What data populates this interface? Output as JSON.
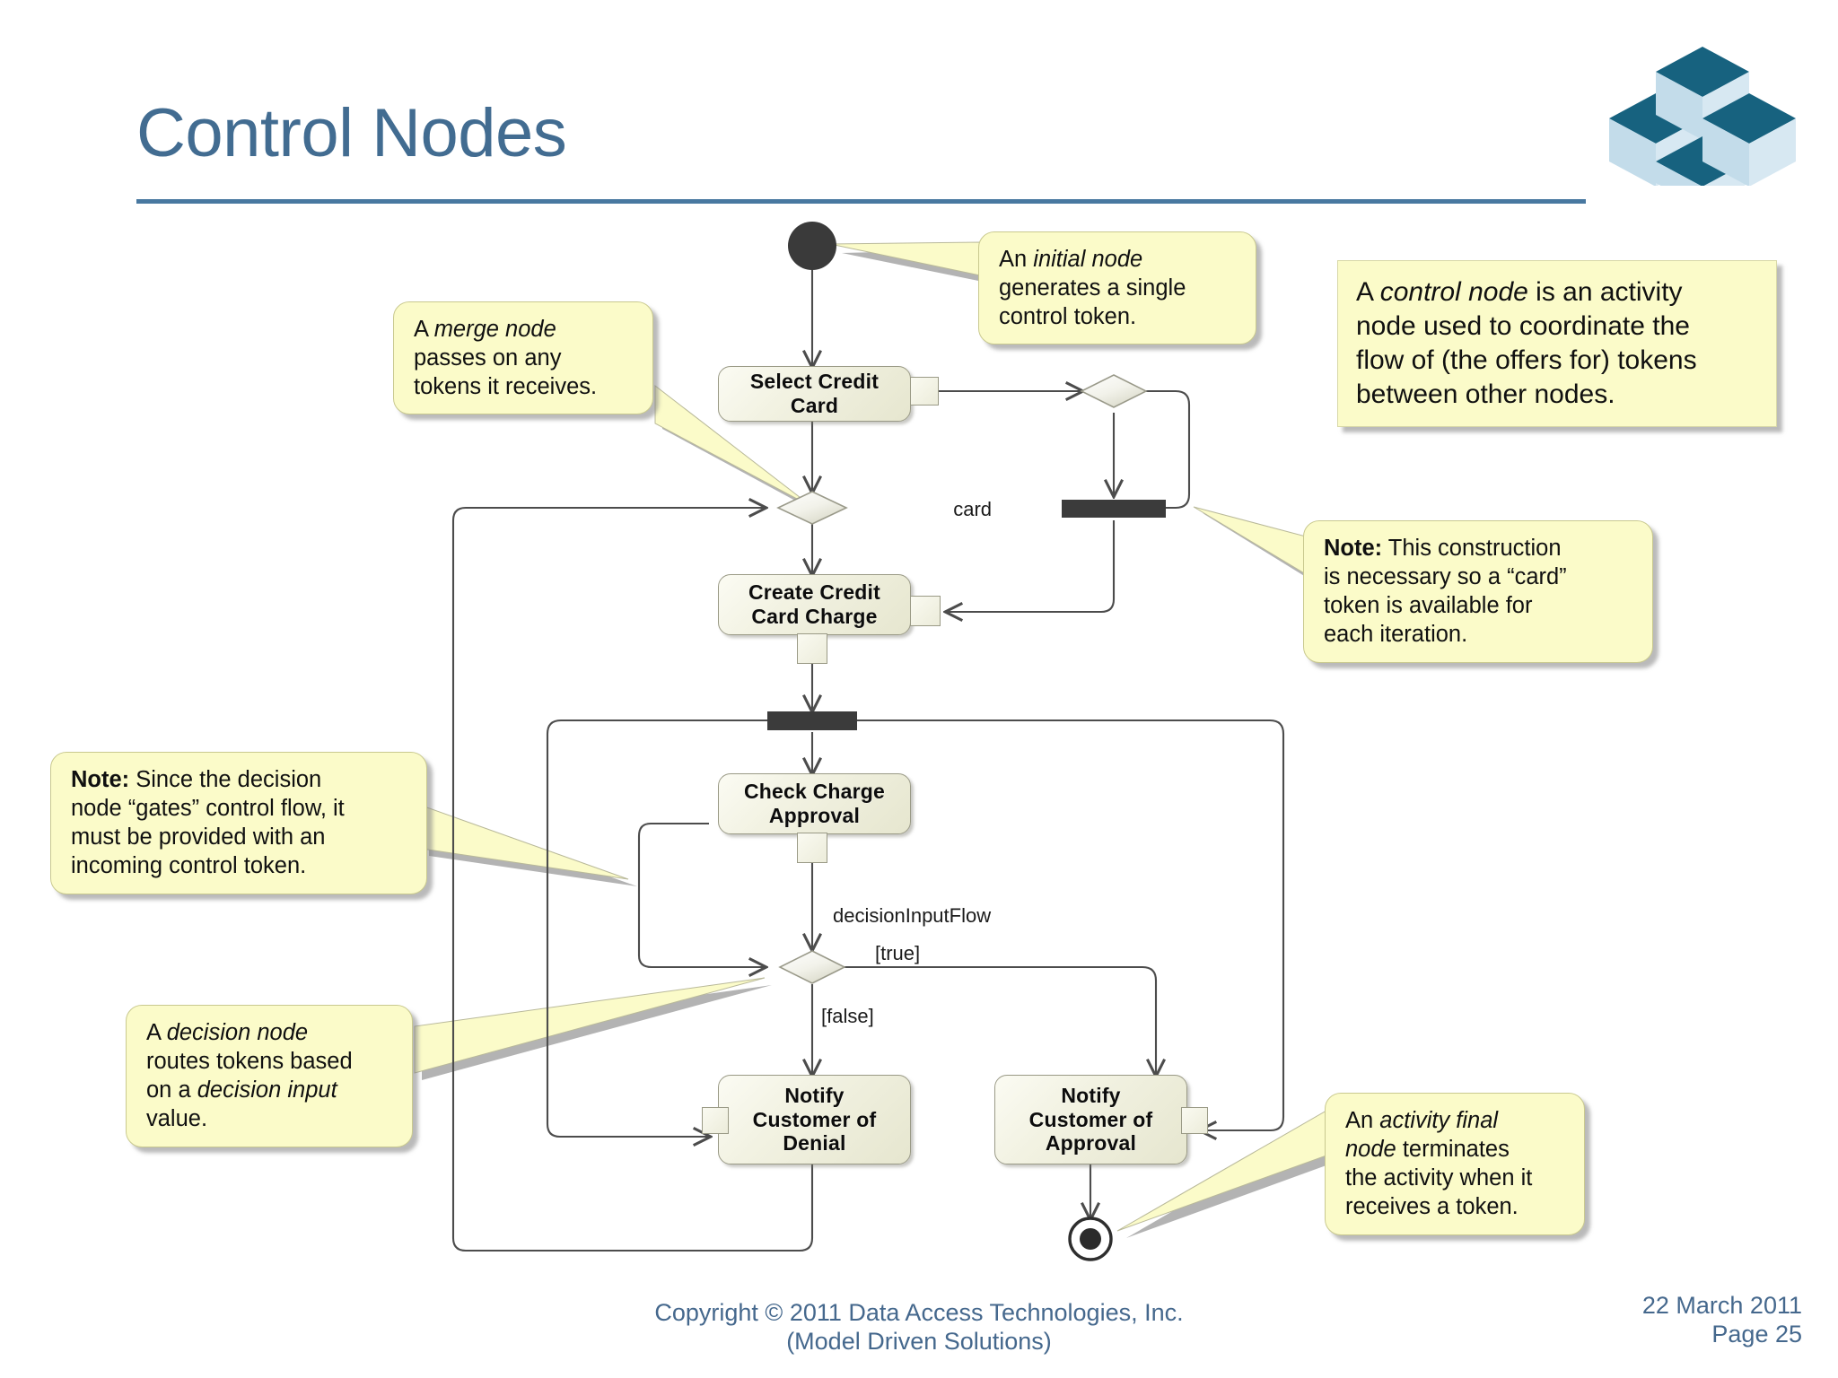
{
  "slide": {
    "title": "Control Nodes",
    "accent_color": "#426c91",
    "note_bg": "#fbfbc9",
    "node_fill": "#eeeede"
  },
  "logo": {
    "name": "data-access-technologies-logo",
    "dark": "#17627f",
    "light": "#b8d4e6"
  },
  "diagram": {
    "actions": [
      {
        "id": "select-credit-card",
        "label": "Select Credit\nCard"
      },
      {
        "id": "create-credit-card-charge",
        "label": "Create Credit\nCard Charge"
      },
      {
        "id": "check-charge-approval",
        "label": "Check Charge\nApproval"
      },
      {
        "id": "notify-customer-of-denial",
        "label": "Notify\nCustomer of\nDenial"
      },
      {
        "id": "notify-customer-of-approval",
        "label": "Notify\nCustomer of\nApproval"
      }
    ],
    "edge_labels": {
      "card": "card",
      "decision_input_flow": "decisionInputFlow",
      "guard_true": "[true]",
      "guard_false": "[false]"
    },
    "control_nodes": [
      {
        "id": "initial-node",
        "type": "initial"
      },
      {
        "id": "merge-node-top",
        "type": "merge"
      },
      {
        "id": "decision-node-top-right",
        "type": "decision"
      },
      {
        "id": "fork-node-card",
        "type": "fork"
      },
      {
        "id": "fork-node-main",
        "type": "fork"
      },
      {
        "id": "decision-node-approval",
        "type": "decision"
      },
      {
        "id": "activity-final-node",
        "type": "final"
      }
    ]
  },
  "notes": [
    {
      "id": "note-initial-node",
      "lines": [
        [
          {
            "t": "An ",
            "i": false
          },
          {
            "t": "initial node",
            "i": true
          }
        ],
        [
          {
            "t": "generates a single",
            "i": false
          }
        ],
        [
          {
            "t": "control token.",
            "i": false
          }
        ]
      ]
    },
    {
      "id": "note-control-node",
      "lines": [
        [
          {
            "t": "A ",
            "i": false
          },
          {
            "t": "control node",
            "i": true
          },
          {
            "t": " is an activity",
            "i": false
          }
        ],
        [
          {
            "t": "node used to coordinate the",
            "i": false
          }
        ],
        [
          {
            "t": "flow of (the offers for) tokens",
            "i": false
          }
        ],
        [
          {
            "t": "between other nodes.",
            "i": false
          }
        ]
      ]
    },
    {
      "id": "note-merge-node",
      "lines": [
        [
          {
            "t": "A ",
            "i": false
          },
          {
            "t": "merge node",
            "i": true
          }
        ],
        [
          {
            "t": "passes on any",
            "i": false
          }
        ],
        [
          {
            "t": "tokens it receives.",
            "i": false
          }
        ]
      ]
    },
    {
      "id": "note-card-construction",
      "lines": [
        [
          {
            "t": "Note:",
            "b": true
          },
          {
            "t": " This construction",
            "i": false
          }
        ],
        [
          {
            "t": "is necessary so a “card”",
            "i": false
          }
        ],
        [
          {
            "t": "token is available for",
            "i": false
          }
        ],
        [
          {
            "t": "each iteration.",
            "i": false
          }
        ]
      ]
    },
    {
      "id": "note-decision-gates",
      "lines": [
        [
          {
            "t": "Note:",
            "b": true
          },
          {
            "t": " Since the decision",
            "i": false
          }
        ],
        [
          {
            "t": "node “gates” control flow, it",
            "i": false
          }
        ],
        [
          {
            "t": "must be provided with an",
            "i": false
          }
        ],
        [
          {
            "t": "incoming control token.",
            "i": false
          }
        ]
      ]
    },
    {
      "id": "note-decision-node",
      "lines": [
        [
          {
            "t": "A ",
            "i": false
          },
          {
            "t": "decision node",
            "i": true
          }
        ],
        [
          {
            "t": "routes tokens based",
            "i": false
          }
        ],
        [
          {
            "t": "on a ",
            "i": false
          },
          {
            "t": "decision input",
            "i": true
          }
        ],
        [
          {
            "t": "value.",
            "i": false
          }
        ]
      ]
    },
    {
      "id": "note-activity-final",
      "lines": [
        [
          {
            "t": "An ",
            "i": false
          },
          {
            "t": "activity final",
            "i": true
          }
        ],
        [
          {
            "t": "node",
            "i": true
          },
          {
            "t": " terminates",
            "i": false
          }
        ],
        [
          {
            "t": "the activity when it",
            "i": false
          }
        ],
        [
          {
            "t": "receives a token.",
            "i": false
          }
        ]
      ]
    }
  ],
  "footer": {
    "copyright_line1": "Copyright © 2011 Data Access Technologies, Inc.",
    "copyright_line2": "(Model Driven Solutions)",
    "date": "22 March 2011",
    "page": "Page 25"
  }
}
